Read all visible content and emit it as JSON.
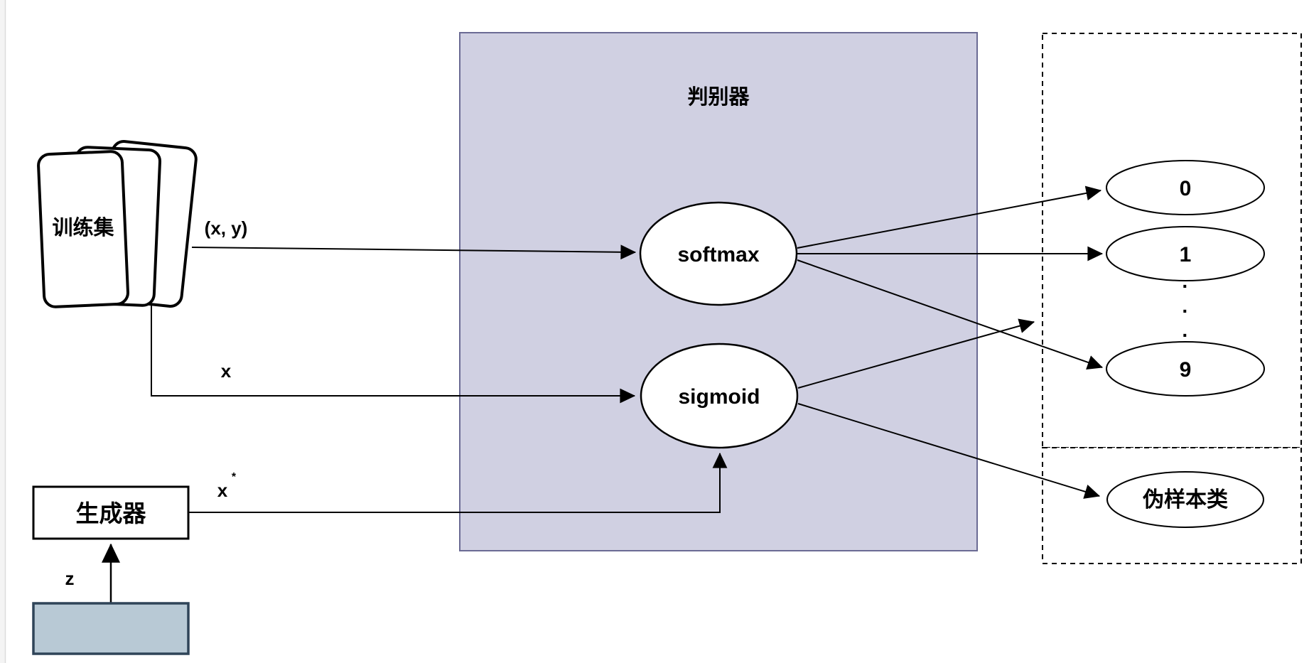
{
  "diagram": {
    "training_set": {
      "label": "训练集"
    },
    "generator": {
      "label": "生成器"
    },
    "discriminator": {
      "label": "判别器",
      "fill": "#d0d0e2",
      "border": "#6b6b94",
      "softmax_label": "softmax",
      "sigmoid_label": "sigmoid"
    },
    "noise_box": {
      "fill": "#b8c9d5",
      "border": "#2f4458"
    },
    "edge_labels": {
      "xy": "(x, y)",
      "x": "x",
      "x_star_base": "x",
      "x_star_sup": "*",
      "z": "z"
    },
    "outputs": {
      "class_top": "0",
      "class_second": "1",
      "class_last": "9",
      "dot": "·",
      "fake_class": "伪样本类"
    }
  }
}
